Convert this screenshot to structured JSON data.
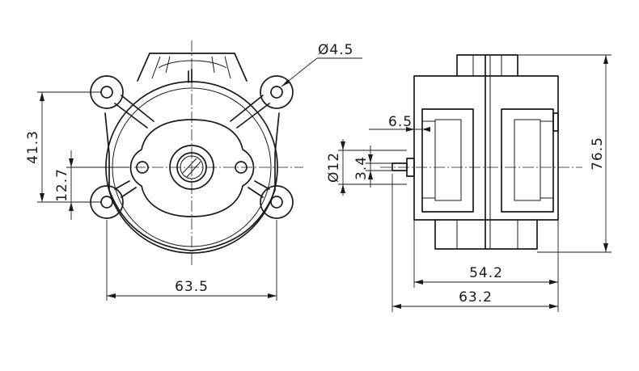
{
  "dimensions": {
    "hole_diameter": "Ø4.5",
    "hole_spacing_vertical": "41.3",
    "center_offset": "12.7",
    "hole_spacing_horizontal": "63.5",
    "groove_width": "6.5",
    "shaft_diameter": "Ø12",
    "shaft_flat": "3.4",
    "body_height": "76.5",
    "body_depth": "54.2",
    "overall_depth": "63.2"
  }
}
